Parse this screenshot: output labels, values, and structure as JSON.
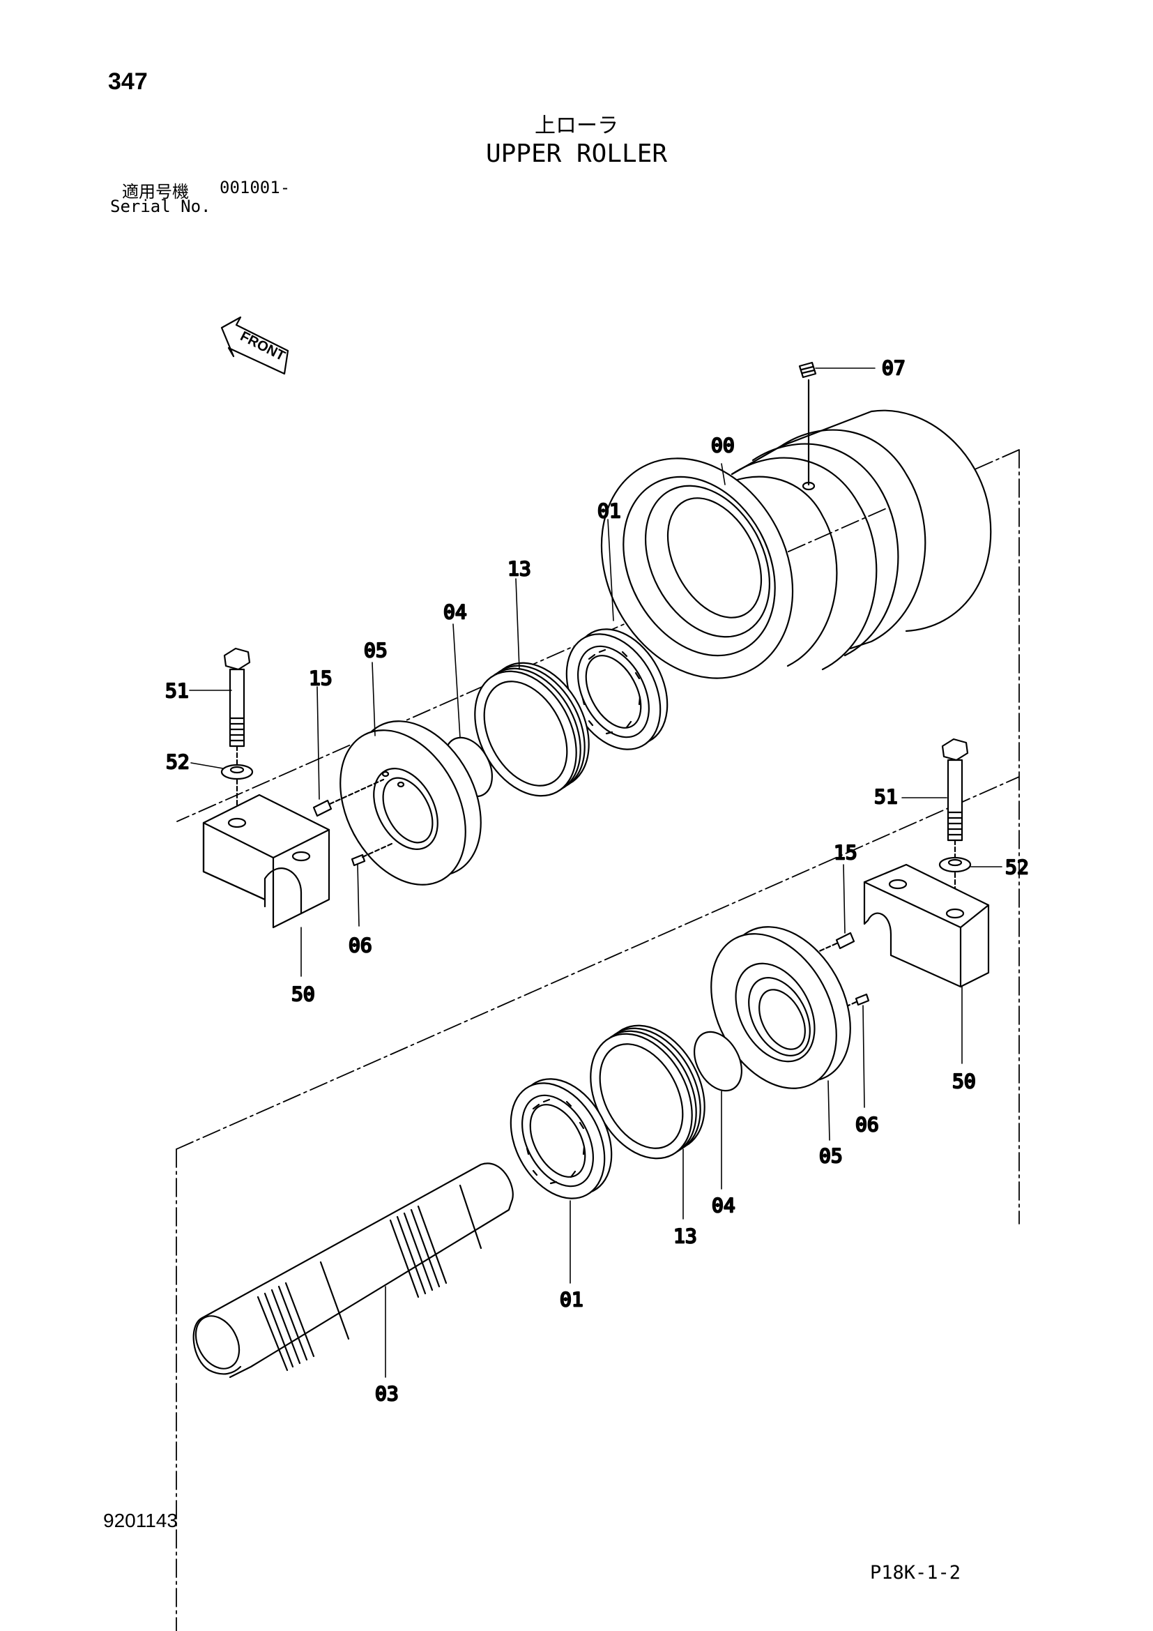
{
  "page": {
    "number": "347",
    "title_jp": "上ローラ",
    "title_en": "UPPER ROLLER",
    "serial_label_jp": "適用号機",
    "serial_value": "001001-",
    "serial_label_en": "Serial No.",
    "document_id": "9201143",
    "reference_code": "P18K-1-2"
  },
  "diagram": {
    "front_label": "FRONT",
    "callouts": [
      {
        "id": "07",
        "label": "07"
      },
      {
        "id": "00",
        "label": "00"
      },
      {
        "id": "01-top",
        "label": "01"
      },
      {
        "id": "13-top",
        "label": "13"
      },
      {
        "id": "04-top",
        "label": "04"
      },
      {
        "id": "05-top",
        "label": "05"
      },
      {
        "id": "15-left",
        "label": "15"
      },
      {
        "id": "51-left",
        "label": "51"
      },
      {
        "id": "52-left",
        "label": "52"
      },
      {
        "id": "06-left",
        "label": "06"
      },
      {
        "id": "50-left",
        "label": "50"
      },
      {
        "id": "51-right",
        "label": "51"
      },
      {
        "id": "15-right",
        "label": "15"
      },
      {
        "id": "52-right",
        "label": "52"
      },
      {
        "id": "50-right",
        "label": "50"
      },
      {
        "id": "06-right",
        "label": "06"
      },
      {
        "id": "05-bottom",
        "label": "05"
      },
      {
        "id": "04-bottom",
        "label": "04"
      },
      {
        "id": "13-bottom",
        "label": "13"
      },
      {
        "id": "01-bottom",
        "label": "01"
      },
      {
        "id": "03",
        "label": "03"
      }
    ]
  }
}
